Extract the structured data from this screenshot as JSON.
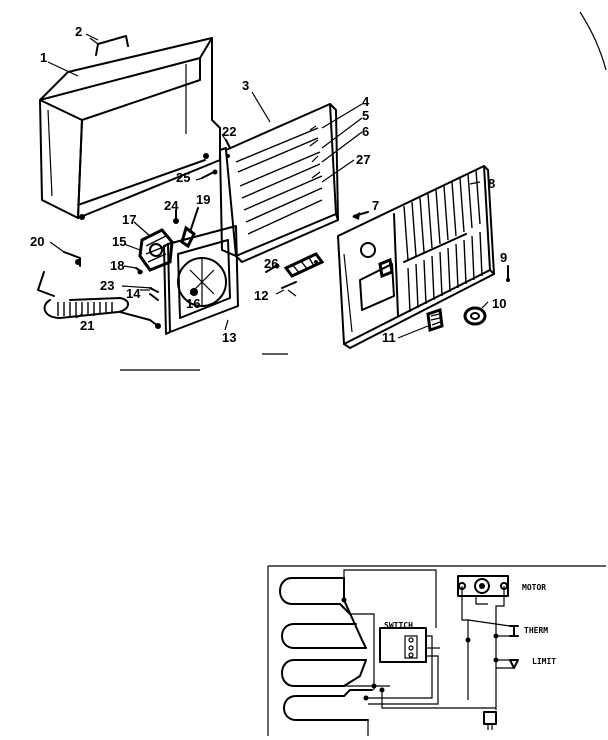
{
  "parts": {
    "p1": "1",
    "p2": "2",
    "p3": "3",
    "p4": "4",
    "p5": "5",
    "p6": "6",
    "p7": "7",
    "p8": "8",
    "p9": "9",
    "p10": "10",
    "p11": "11",
    "p12": "12",
    "p13": "13",
    "p14": "14",
    "p15": "15",
    "p16": "16",
    "p17": "17",
    "p18": "18",
    "p19": "19",
    "p20": "20",
    "p21": "21",
    "p22": "22",
    "p23": "23",
    "p24": "24",
    "p25": "25",
    "p26": "26",
    "p27": "27"
  },
  "wiring": {
    "motor": "MOTOR",
    "switch": "SWITCH",
    "therm": "THERM",
    "limit": "LIMIT"
  }
}
